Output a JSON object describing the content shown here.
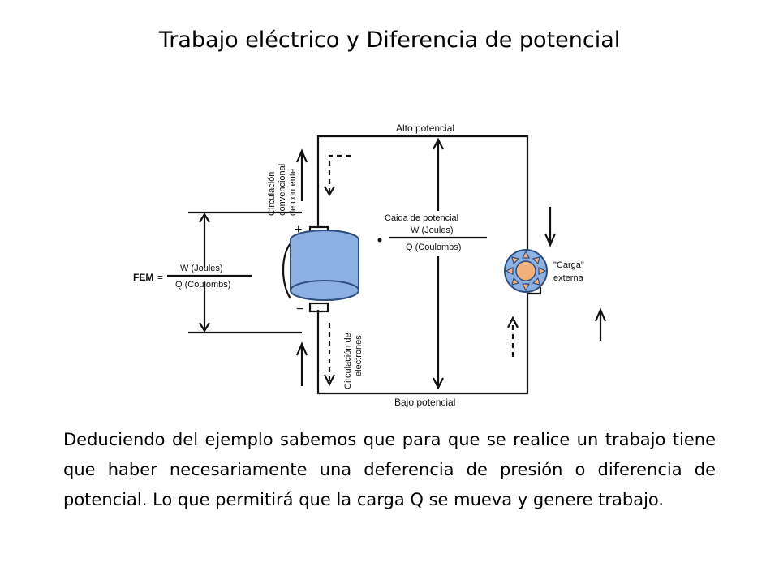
{
  "slide": {
    "title": "Trabajo eléctrico y Diferencia de potencial",
    "body": "Deduciendo del ejemplo sabemos que para que se realice un trabajo tiene que haber necesariamente una deferencia de presión o diferencia de potencial. Lo que permitirá que la carga Q se mueva y genere trabajo."
  },
  "diagram": {
    "alto_potencial": "Alto potencial",
    "bajo_potencial": "Bajo potencial",
    "circulacion_corriente": [
      "Circulación",
      "convencional",
      "de corriente"
    ],
    "circulacion_electrones": [
      "Circulación de",
      "electrones"
    ],
    "fem_label": "FEM",
    "fem_numerator": "W  (Joules)",
    "fem_denominator": "Q  (Coulombs)",
    "caida_title": "Caida de potencial",
    "caida_numerator": "W  (Joules)",
    "caida_denominator": "Q  (Coulombs)",
    "carga_label": "\"Carga\"",
    "externa_label": "externa",
    "plus_sign": "+",
    "minus_sign": "−",
    "colors": {
      "battery": "#8DB0E3",
      "battery_outline": "#2F4F7F",
      "sun": "#F3B07A",
      "sun_ring": "#8DB0E3",
      "line": "#111111"
    }
  }
}
